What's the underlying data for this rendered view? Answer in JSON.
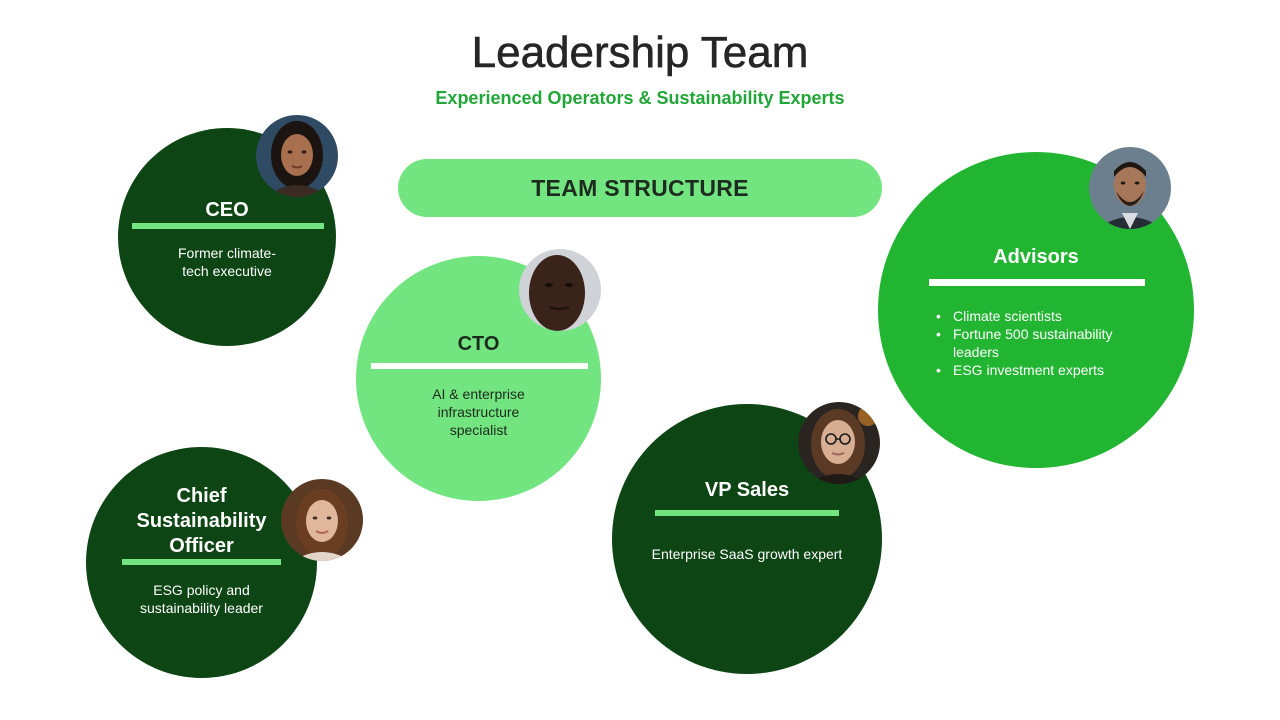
{
  "slide": {
    "title": "Leadership Team",
    "subtitle": "Experienced Operators & Sustainability Experts",
    "structure_label": "TEAM STRUCTURE"
  },
  "roles": {
    "ceo": {
      "title": "CEO",
      "description": "Former climate-\ntech executive"
    },
    "cto": {
      "title": "CTO",
      "description": "AI & enterprise\ninfrastructure\nspecialist"
    },
    "cso": {
      "title": "Chief\nSustainability\nOfficer",
      "description": "ESG policy and\nsustainability leader"
    },
    "vp_sales": {
      "title": "VP Sales",
      "description": "Enterprise SaaS growth expert"
    },
    "advisors": {
      "title": "Advisors",
      "items": [
        "Climate scientists",
        "Fortune 500 sustainability\nleaders",
        "ESG investment experts"
      ]
    }
  },
  "colors": {
    "dark_green": "#0d4514",
    "light_green": "#73e580",
    "mid_green": "#22b532",
    "accent_text": "#22a637"
  }
}
